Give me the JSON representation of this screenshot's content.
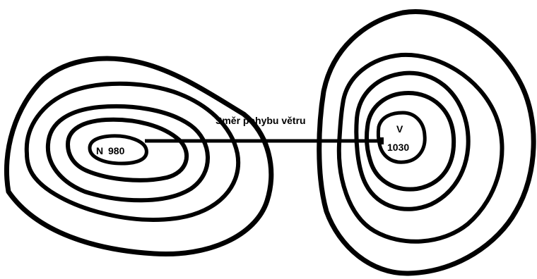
{
  "low_pressure": {
    "letter": "N",
    "value": "980"
  },
  "high_pressure": {
    "letter": "V",
    "value": "1030"
  },
  "wind_label": "Směr pohybu větru",
  "colors": {
    "ink": "#000000",
    "background": "#ffffff"
  }
}
